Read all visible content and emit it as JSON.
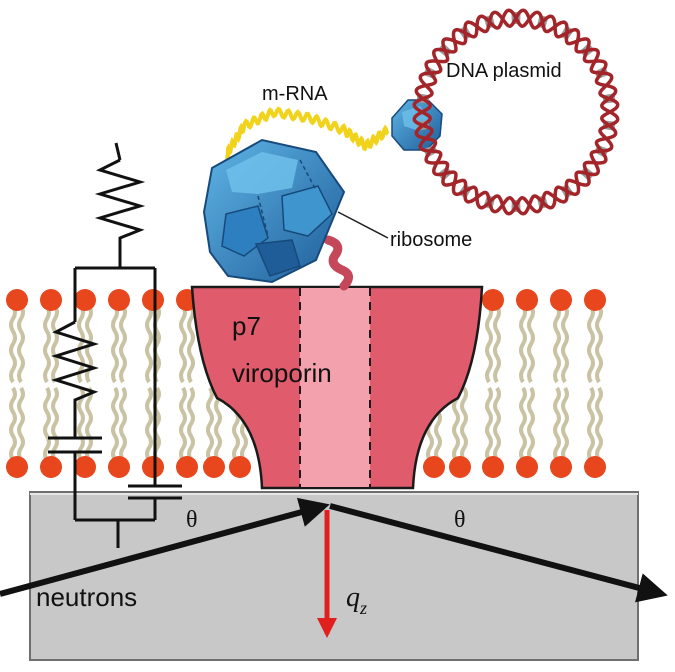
{
  "labels": {
    "dna_plasmid": "DNA plasmid",
    "mrna": "m-RNA",
    "ribosome": "ribosome",
    "p7": "p7",
    "viroporin": "viroporin",
    "theta": "θ",
    "neutrons": "neutrons",
    "qz_symbol": "q",
    "qz_subscript": "z"
  },
  "colors": {
    "lipid_head": "#e8461d",
    "lipid_tail": "#c9c3a3",
    "channel_outer": "#e05c6c",
    "channel_core": "#f3a1ac",
    "substrate": "#c8c8c8",
    "plasmid_backbone": "#a3252a",
    "plasmid_base": "#9a9a9a",
    "mrna": "#f2d31b",
    "ribosome_light": "#3f96cf",
    "ribosome_dark": "#1f5d99",
    "peptide": "#c4475a",
    "qz_arrow": "#e0201e",
    "neutron_beam": "#111111"
  },
  "icons": [
    "dna-plasmid-icon",
    "ribosome-icon",
    "small-ribosome-icon",
    "mrna-strand-icon",
    "equivalent-circuit-icon"
  ]
}
